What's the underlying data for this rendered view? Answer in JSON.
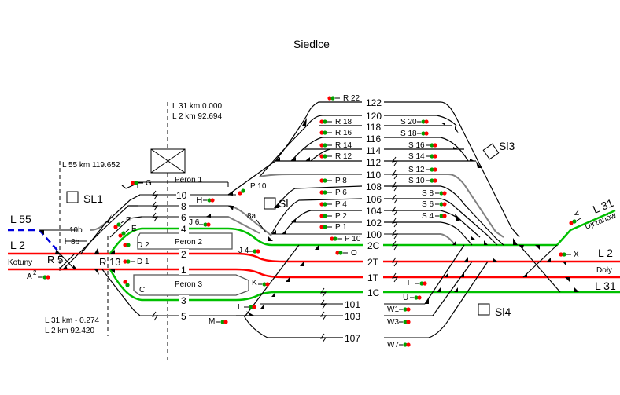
{
  "title": "Siedlce",
  "colors": {
    "main_line_red": "#ff0000",
    "main_line_green": "#00c000",
    "line_55_blue": "#0000dd",
    "track_gray": "#808080",
    "signal_red": "#ff0000",
    "signal_green": "#00a000"
  },
  "km_markers": {
    "top": {
      "line1": "L 31 km    0.000",
      "line2": "L 2   km  92.694"
    },
    "l55": "L 55 km  119.652",
    "bottom": {
      "line1": "L 31 km  - 0.274",
      "line2": "L 2  km  92.420"
    }
  },
  "lines": {
    "l55": "L 55",
    "l2_left": "L 2",
    "kotuny": "Kotuny",
    "l2_right": "L 2",
    "doly": "Doły",
    "l31_right": "L 31",
    "l31_top": "L 31",
    "ujrzanow": "Ujrzanów"
  },
  "posts": {
    "sl1": "SL1",
    "sl": "Sl",
    "sl3": "Sl3",
    "sl4": "Sl4"
  },
  "points": {
    "r5": "R 5",
    "r13": "R 13",
    "track_8a": "8a",
    "track_10b": "10b",
    "track_8b": "8b"
  },
  "platforms": {
    "p1": "Peron 1",
    "p2": "Peron 2",
    "p3": "Peron 3"
  },
  "tracks": {
    "t10": "10",
    "t8": "8",
    "t6": "6",
    "t4": "4",
    "t2": "2",
    "t1": "1",
    "t3": "3",
    "t5": "5",
    "t122": "122",
    "t120": "120",
    "t118": "118",
    "t116": "116",
    "t114": "114",
    "t112": "112",
    "t110": "110",
    "t108": "108",
    "t106": "106",
    "t104": "104",
    "t102": "102",
    "t100": "100",
    "t2c": "2C",
    "t2t": "2T",
    "t1t": "1T",
    "t1c": "1C",
    "t101": "101",
    "t103": "103",
    "t107": "107"
  },
  "signals": {
    "a2": "A",
    "a2_sup": "2",
    "g": "G",
    "f": "F",
    "e": "E",
    "d2": "D 2",
    "d1": "D 1",
    "c": "C",
    "h": "H",
    "j6": "J 6",
    "j4": "J 4",
    "k": "K",
    "l": "L",
    "m": "M",
    "p10a": "P 10",
    "p10b": "P 10",
    "r22": "R 22",
    "r18": "R 18",
    "r16": "R 16",
    "r14": "R 14",
    "r12": "R 12",
    "p8": "P 8",
    "p6": "P 6",
    "p4": "P 4",
    "p2": "P 2",
    "p1": "P 1",
    "o": "O",
    "s20": "S 20",
    "s18": "S 18",
    "s16": "S 16",
    "s14": "S 14",
    "s12": "S 12",
    "s10": "S 10",
    "s8": "S 8",
    "s6": "S 6",
    "s4": "S 4",
    "t": "T",
    "u": "U",
    "w1": "W1",
    "w3": "W3",
    "w7": "W7",
    "x": "X",
    "z": "Z"
  }
}
